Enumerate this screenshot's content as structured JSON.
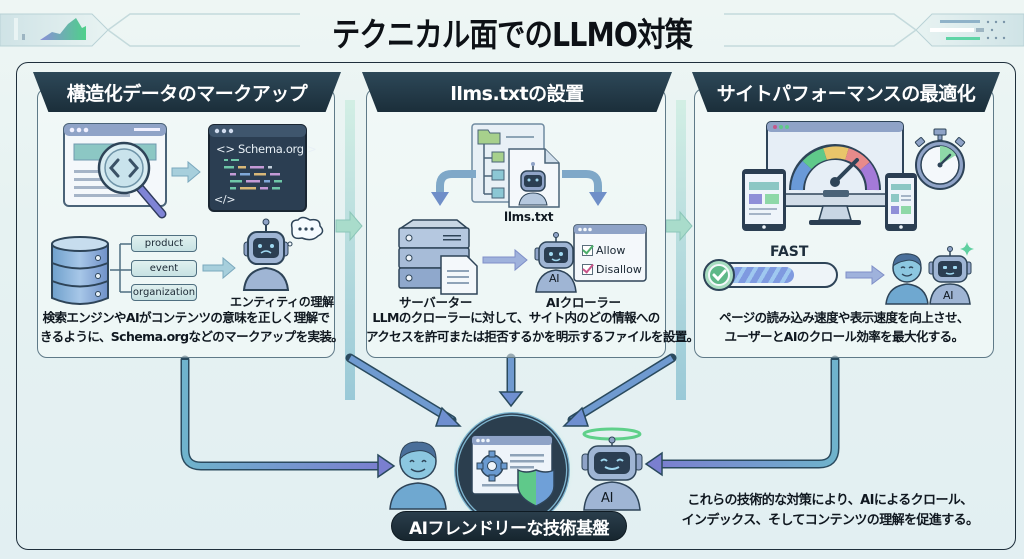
{
  "title": "テクニカル面でのLLMO対策",
  "colors": {
    "banner_dark": "#1f3442",
    "arrow_blue": "#5a7fb8",
    "arrow_teal": "#7cc3c2",
    "accent_green": "#5cc98a",
    "accent_purple": "#9b7fd8",
    "text_dark": "#101820"
  },
  "panels": [
    {
      "id": "structured-data",
      "heading": "構造化データのマークアップ",
      "icons": [
        "browser-magnifier-icon",
        "schema-code-window-icon",
        "database-icon",
        "robot-thinking-icon"
      ],
      "code_window_label": "<> Schema.org >",
      "code_close_tag": "</>",
      "tags": [
        "product",
        "event",
        "organization"
      ],
      "entity_label": "エンティティの理解",
      "description": [
        "検索エンジンやAIがコンテンツの意味を正しく理解で",
        "きるように、Schema.orgなどのマークアップを実装。"
      ]
    },
    {
      "id": "llms-txt",
      "heading": "llms.txtの設置",
      "icons": [
        "folder-tree-icon",
        "llms-file-robot-icon",
        "server-icon",
        "ai-crawler-robot-icon"
      ],
      "file_label": "llms.txt",
      "server_label": "サーバーター",
      "crawler_label": "AIクローラー",
      "robot_badge": "AI",
      "rules": [
        {
          "label": "Allow",
          "check_color": "#4cae6a"
        },
        {
          "label": "Disallow",
          "check_color": "#c9548a"
        }
      ],
      "description": [
        "LLMのクローラーに対して、サイト内のどの情報への",
        "アクセスを許可または拒否するかを明示するファイルを設置。"
      ]
    },
    {
      "id": "performance",
      "heading": "サイトパフォーマンスの最適化",
      "icons": [
        "monitor-speedometer-icon",
        "stopwatch-icon",
        "tablet-icon",
        "smartphone-icon",
        "user-icon",
        "robot-icon"
      ],
      "progress_label": "FAST",
      "progress_fraction": 0.65,
      "robot_badge": "AI",
      "description": [
        "ページの読み込み速度や表示速度を向上させ、",
        "ユーザーとAIのクロール効率を最大化する。"
      ]
    }
  ],
  "foundation": {
    "label": "AIフレンドリーな技術基盤",
    "robot_badge": "AI",
    "icons": [
      "user-icon",
      "gear-shield-window-icon",
      "halo-robot-icon"
    ]
  },
  "summary": [
    "これらの技術的な対策により、AIによるクロール、",
    "インデックス、そしてコンテンツの理解を促進する。"
  ]
}
